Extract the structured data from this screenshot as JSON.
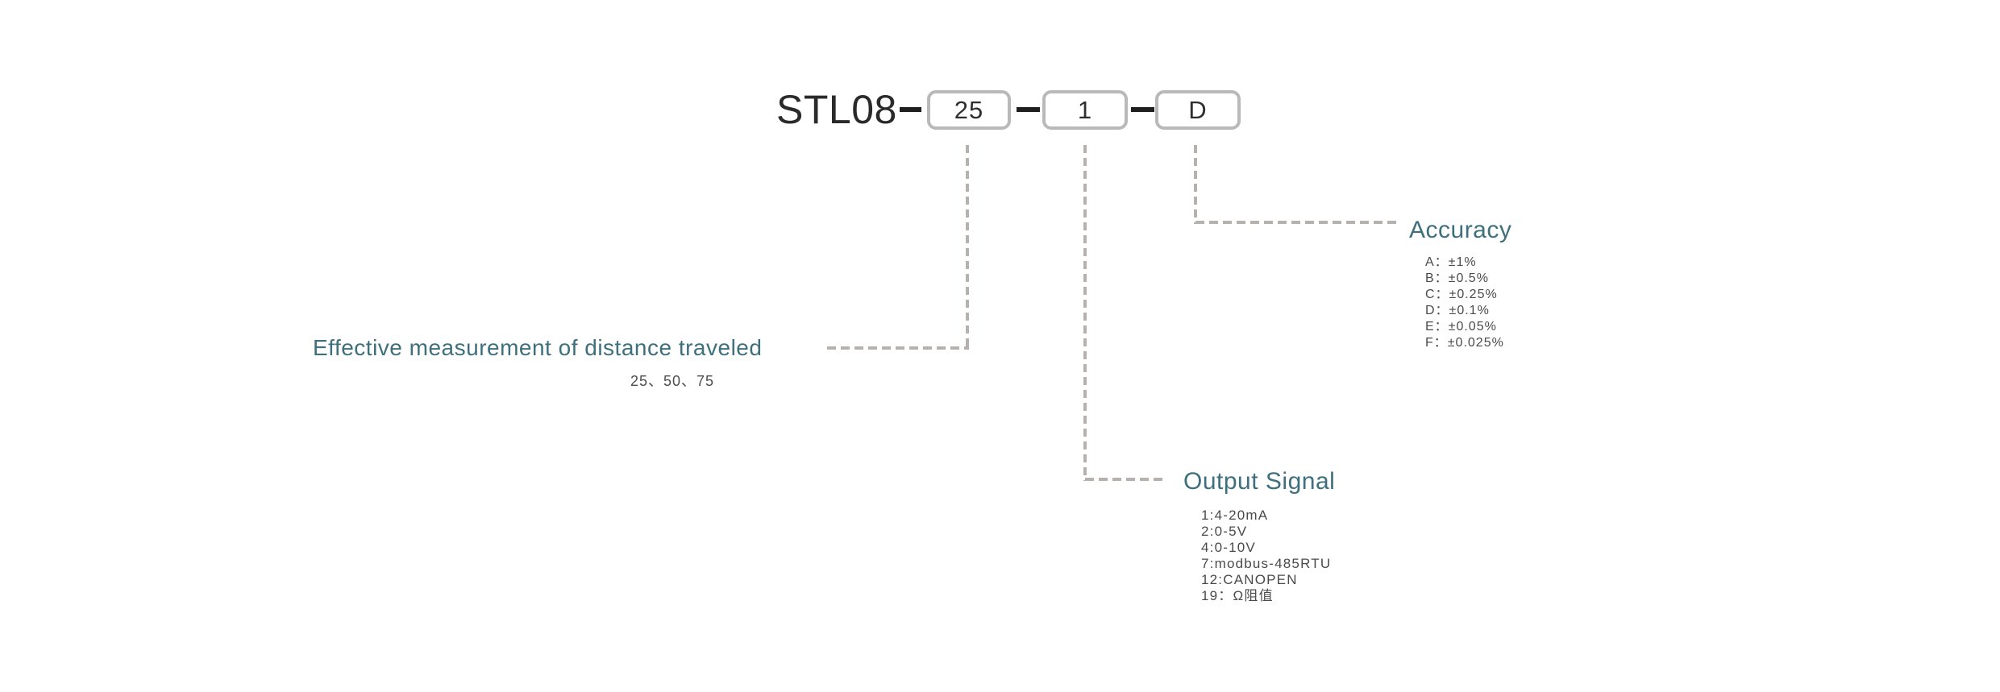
{
  "diagram": {
    "model_prefix": "STL08",
    "segments": [
      {
        "code": "25"
      },
      {
        "code": "1"
      },
      {
        "code": "D"
      }
    ]
  },
  "travel": {
    "title": "Effective measurement of distance traveled",
    "values": "25、50、75"
  },
  "output_signal": {
    "title": "Output Signal",
    "items": [
      "1:4-20mA",
      "2:0-5V",
      "4:0-10V",
      "7:modbus-485RTU",
      "12:CANOPEN",
      "19：Ω阻值"
    ]
  },
  "accuracy": {
    "title": "Accuracy",
    "items": [
      "A：±1%",
      "B：±0.5%",
      "C：±0.25%",
      "D：±0.1%",
      "E：±0.05%",
      "F：±0.025%"
    ]
  },
  "colors": {
    "heading_teal": "#3E6F7D",
    "body_text": "#4A4A4A",
    "model_text": "#2A2A2A",
    "box_border": "#B9B9B9",
    "dashed_line": "#B6B1AC",
    "connector_black": "#1F1F1F",
    "background": "#FFFFFF"
  }
}
